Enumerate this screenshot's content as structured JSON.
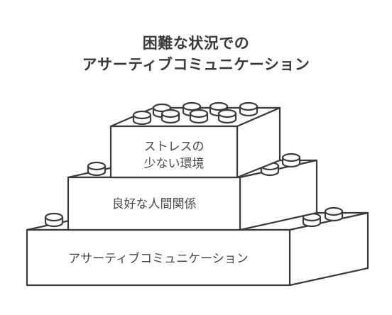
{
  "title": {
    "line1": "困難な状況での",
    "line2": "アサーティブコミュニケーション"
  },
  "levels": {
    "top": {
      "line1": "ストレスの",
      "line2": "少ない環境"
    },
    "middle": {
      "label": "良好な人間関係"
    },
    "bottom": {
      "label": "アサーティブコミュニケーション"
    }
  },
  "colors": {
    "stroke": "#3b3b3b",
    "fill": "#ffffff",
    "text": "#4a4a4a",
    "title": "#3a3a3a"
  }
}
